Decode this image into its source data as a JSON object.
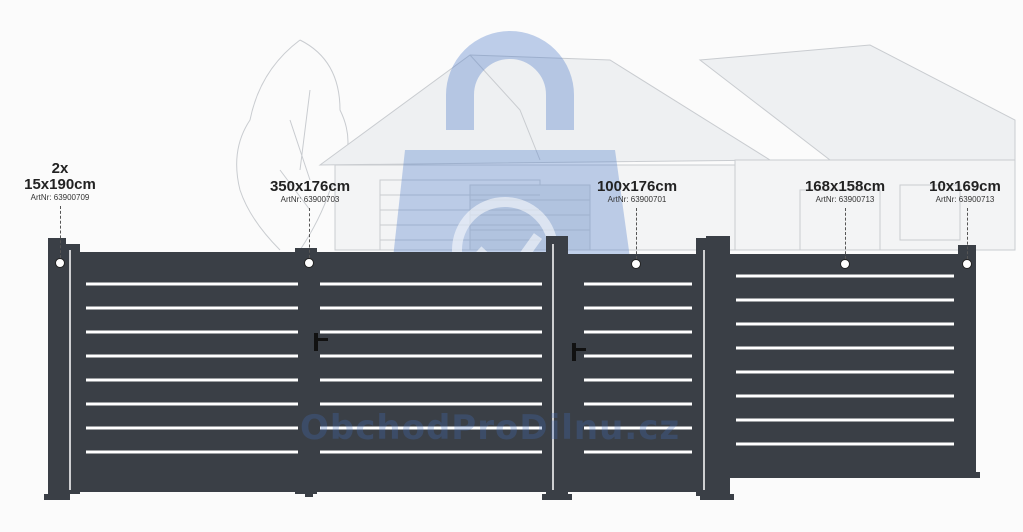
{
  "products": [
    {
      "qty": "2x",
      "size": "15x190cm",
      "artnr": "ArtNr: 63900709"
    },
    {
      "size": "350x176cm",
      "artnr": "ArtNr: 63900703"
    },
    {
      "size": "100x176cm",
      "artnr": "ArtNr: 63900701"
    },
    {
      "size": "168x158cm",
      "artnr": "ArtNr: 63900713"
    },
    {
      "size": "10x169cm",
      "artnr": "ArtNr: 63900713"
    }
  ],
  "watermark": "ObchodProDilnu.cz",
  "colors": {
    "fence": "#3a3f46",
    "slat_gap": "#ffffff",
    "watermark": "#4a78c8"
  }
}
